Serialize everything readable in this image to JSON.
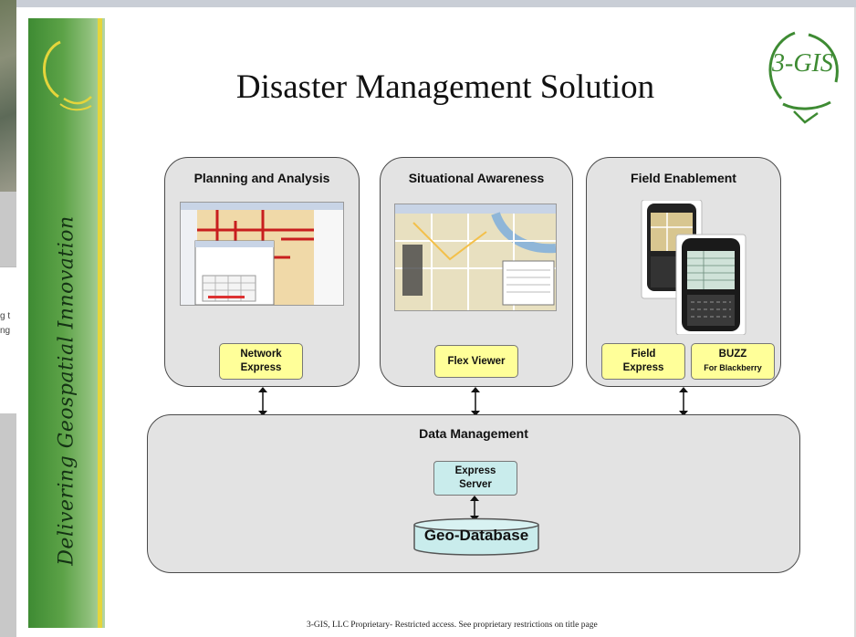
{
  "background": {
    "left_text_1": "g t",
    "left_text_2": "ng"
  },
  "slide": {
    "title": "Disaster Management Solution",
    "side_tagline": "Delivering Geospatial Innovation",
    "brand": "3-GIS",
    "footer": "3-GIS, LLC Proprietary- Restricted access. See proprietary restrictions on title page"
  },
  "modules": [
    {
      "title": "Planning and Analysis",
      "products": [
        {
          "name": "Network",
          "name2": "Express"
        }
      ]
    },
    {
      "title": "Situational Awareness",
      "products": [
        {
          "name": "Flex Viewer"
        }
      ]
    },
    {
      "title": "Field Enablement",
      "products": [
        {
          "name": "Field",
          "name2": "Express"
        },
        {
          "name": "BUZZ",
          "name2": "For Blackberry"
        }
      ]
    }
  ],
  "data_management": {
    "title": "Data Management",
    "server": "Express",
    "server2": "Server",
    "database": "Geo-Database"
  },
  "colors": {
    "green": "#3e8b33",
    "gold": "#e5d53b",
    "product_fill": "#ffff99",
    "server_fill": "#c9ecec",
    "box_fill": "#e3e3e3"
  }
}
